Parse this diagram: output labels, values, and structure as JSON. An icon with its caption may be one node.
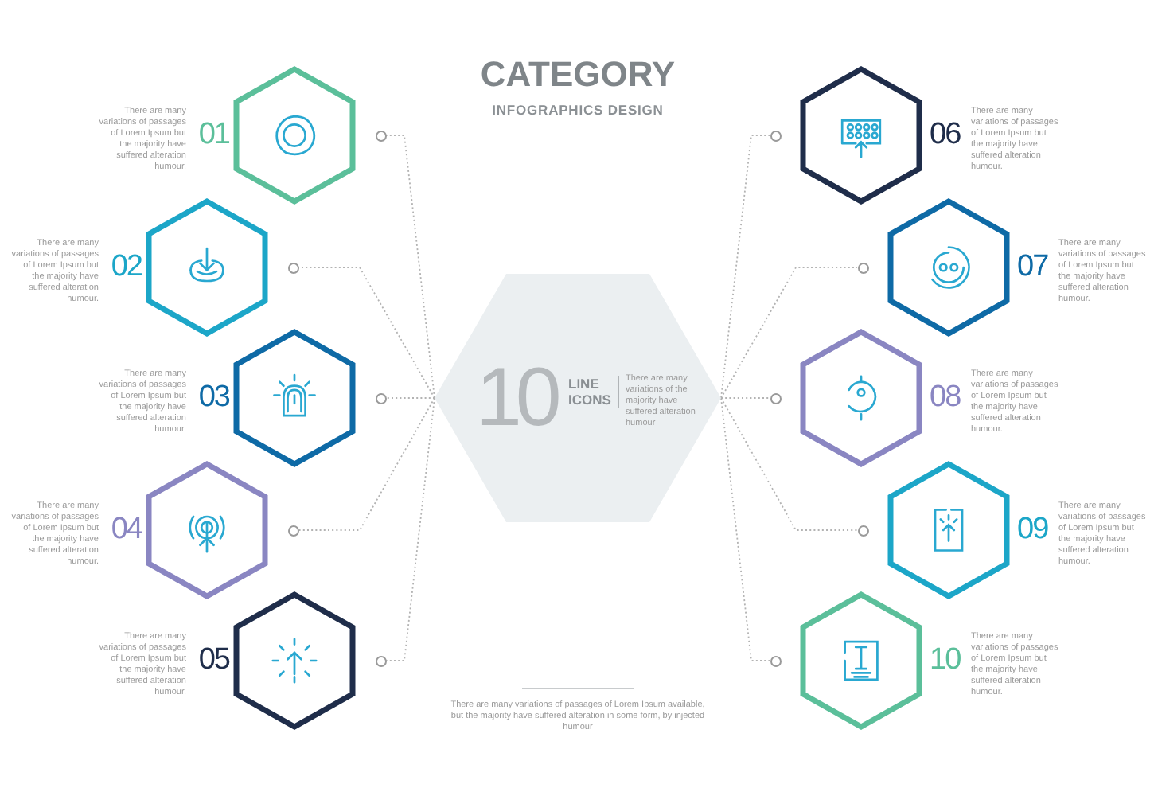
{
  "diagram": {
    "title": "CATEGORY",
    "caption": "There are many variations of passages of Lorem Ipsum available, but the majority have suffered alteration in some form, by injected humour",
    "labels": [
      "INFOGRAPHICS DESIGN",
      "There are many variations of passages of Lorem Ipsum but the majority have suffered alteration humour.",
      "There are many variations of passages of Lorem Ipsum but the majority have suffered alteration humour.",
      "There are many variations of passages of Lorem Ipsum but the majority have suffered alteration humour.",
      "There are many variations of passages of Lorem Ipsum but the majority have suffered alteration humour.",
      "There are many variations of passages of Lorem Ipsum but the majority have suffered alteration humour.",
      "There are many variations of passages of Lorem Ipsum but the majority have suffered alteration humour.",
      "There are many variations of passages of Lorem Ipsum but the majority have suffered alteration humour.",
      "There are many variations of passages of Lorem Ipsum but the majority have suffered alteration humour.",
      "There are many variations of passages of Lorem Ipsum but the majority have suffered alteration humour.",
      "There are many variations of passages of Lorem Ipsum but the majority have suffered alteration humour."
    ],
    "nodes": [
      {
        "text": [
          "01"
        ]
      },
      {
        "text": [
          "02"
        ]
      },
      {
        "text": [
          "03"
        ]
      },
      {
        "text": [
          "04"
        ]
      },
      {
        "text": [
          "05"
        ]
      },
      {
        "text": [
          "10",
          "LINE ICONS",
          "There are many variations of the majority have suffered alteration humour"
        ]
      },
      {
        "text": [
          "06"
        ]
      },
      {
        "text": [
          "07"
        ]
      },
      {
        "text": [
          "08"
        ]
      },
      {
        "text": [
          "09"
        ]
      },
      {
        "text": [
          "10"
        ]
      },
      {
        "text": [],
        "shape": "circle"
      },
      {
        "text": [],
        "shape": "circle"
      },
      {
        "text": [],
        "shape": "circle"
      },
      {
        "text": [],
        "shape": "circle"
      },
      {
        "text": [],
        "shape": "circle"
      },
      {
        "text": [],
        "shape": "circle"
      },
      {
        "text": [],
        "shape": "circle"
      },
      {
        "text": [],
        "shape": "circle"
      },
      {
        "text": [],
        "shape": "circle"
      },
      {
        "text": [],
        "shape": "circle"
      }
    ],
    "edges": [
      {
        "from": 5,
        "to": 11,
        "arrow": "none"
      },
      {
        "from": 5,
        "to": 12,
        "arrow": "none"
      },
      {
        "from": 5,
        "to": 13,
        "arrow": "none"
      },
      {
        "from": 5,
        "to": 14,
        "arrow": "none"
      },
      {
        "from": 5,
        "to": 15,
        "arrow": "none"
      },
      {
        "from": 5,
        "to": 16,
        "arrow": "none"
      },
      {
        "from": 5,
        "to": 17,
        "arrow": "none"
      },
      {
        "from": 5,
        "to": 18,
        "arrow": "none"
      },
      {
        "from": 5,
        "to": 19,
        "arrow": "none"
      },
      {
        "from": 5,
        "to": 20,
        "arrow": "none"
      }
    ]
  }
}
